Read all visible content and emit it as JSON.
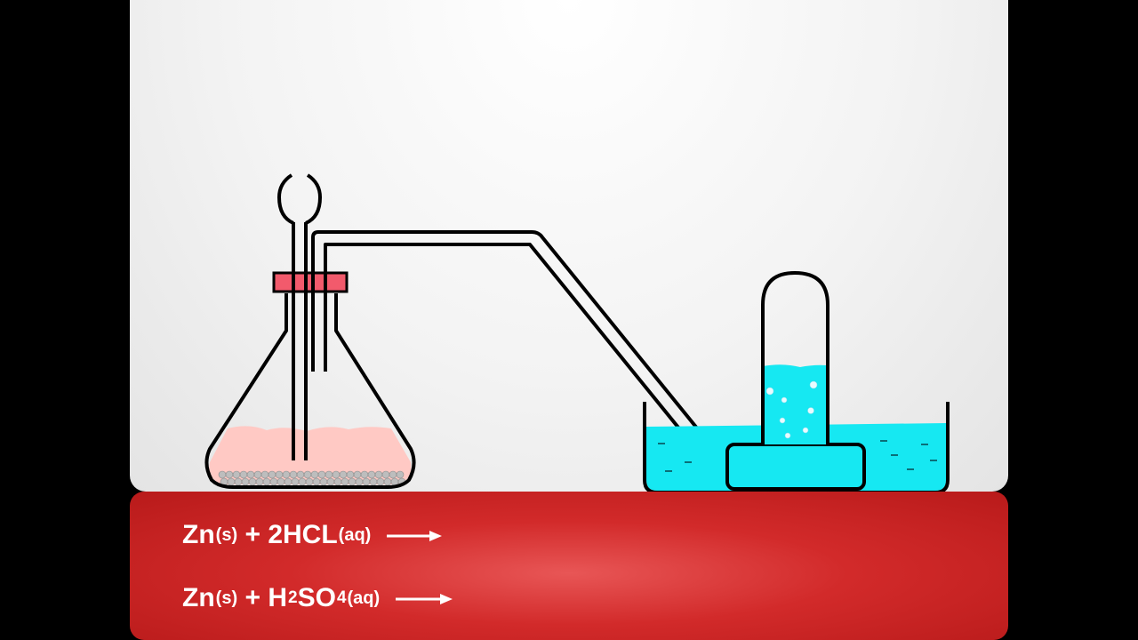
{
  "equations": [
    {
      "reactant1": "Zn",
      "reactant1_state": "(s)",
      "plus": "+",
      "reactant2": "2HCL",
      "reactant2_state": "(aq)"
    },
    {
      "reactant1": "Zn",
      "reactant1_state": "(s)",
      "plus": "+",
      "reactant2_pre": "H",
      "reactant2_sub": "2",
      "reactant2_post": "SO",
      "reactant2_sub2": "4",
      "reactant2_state": "(aq)"
    }
  ],
  "colors": {
    "stopper": "#f25a6c",
    "acid_solution": "#ffc9c4",
    "zinc_granules": "#bdbdbd",
    "water": "#16e8f2",
    "panel": "#d22a2a",
    "outline": "#000000"
  }
}
